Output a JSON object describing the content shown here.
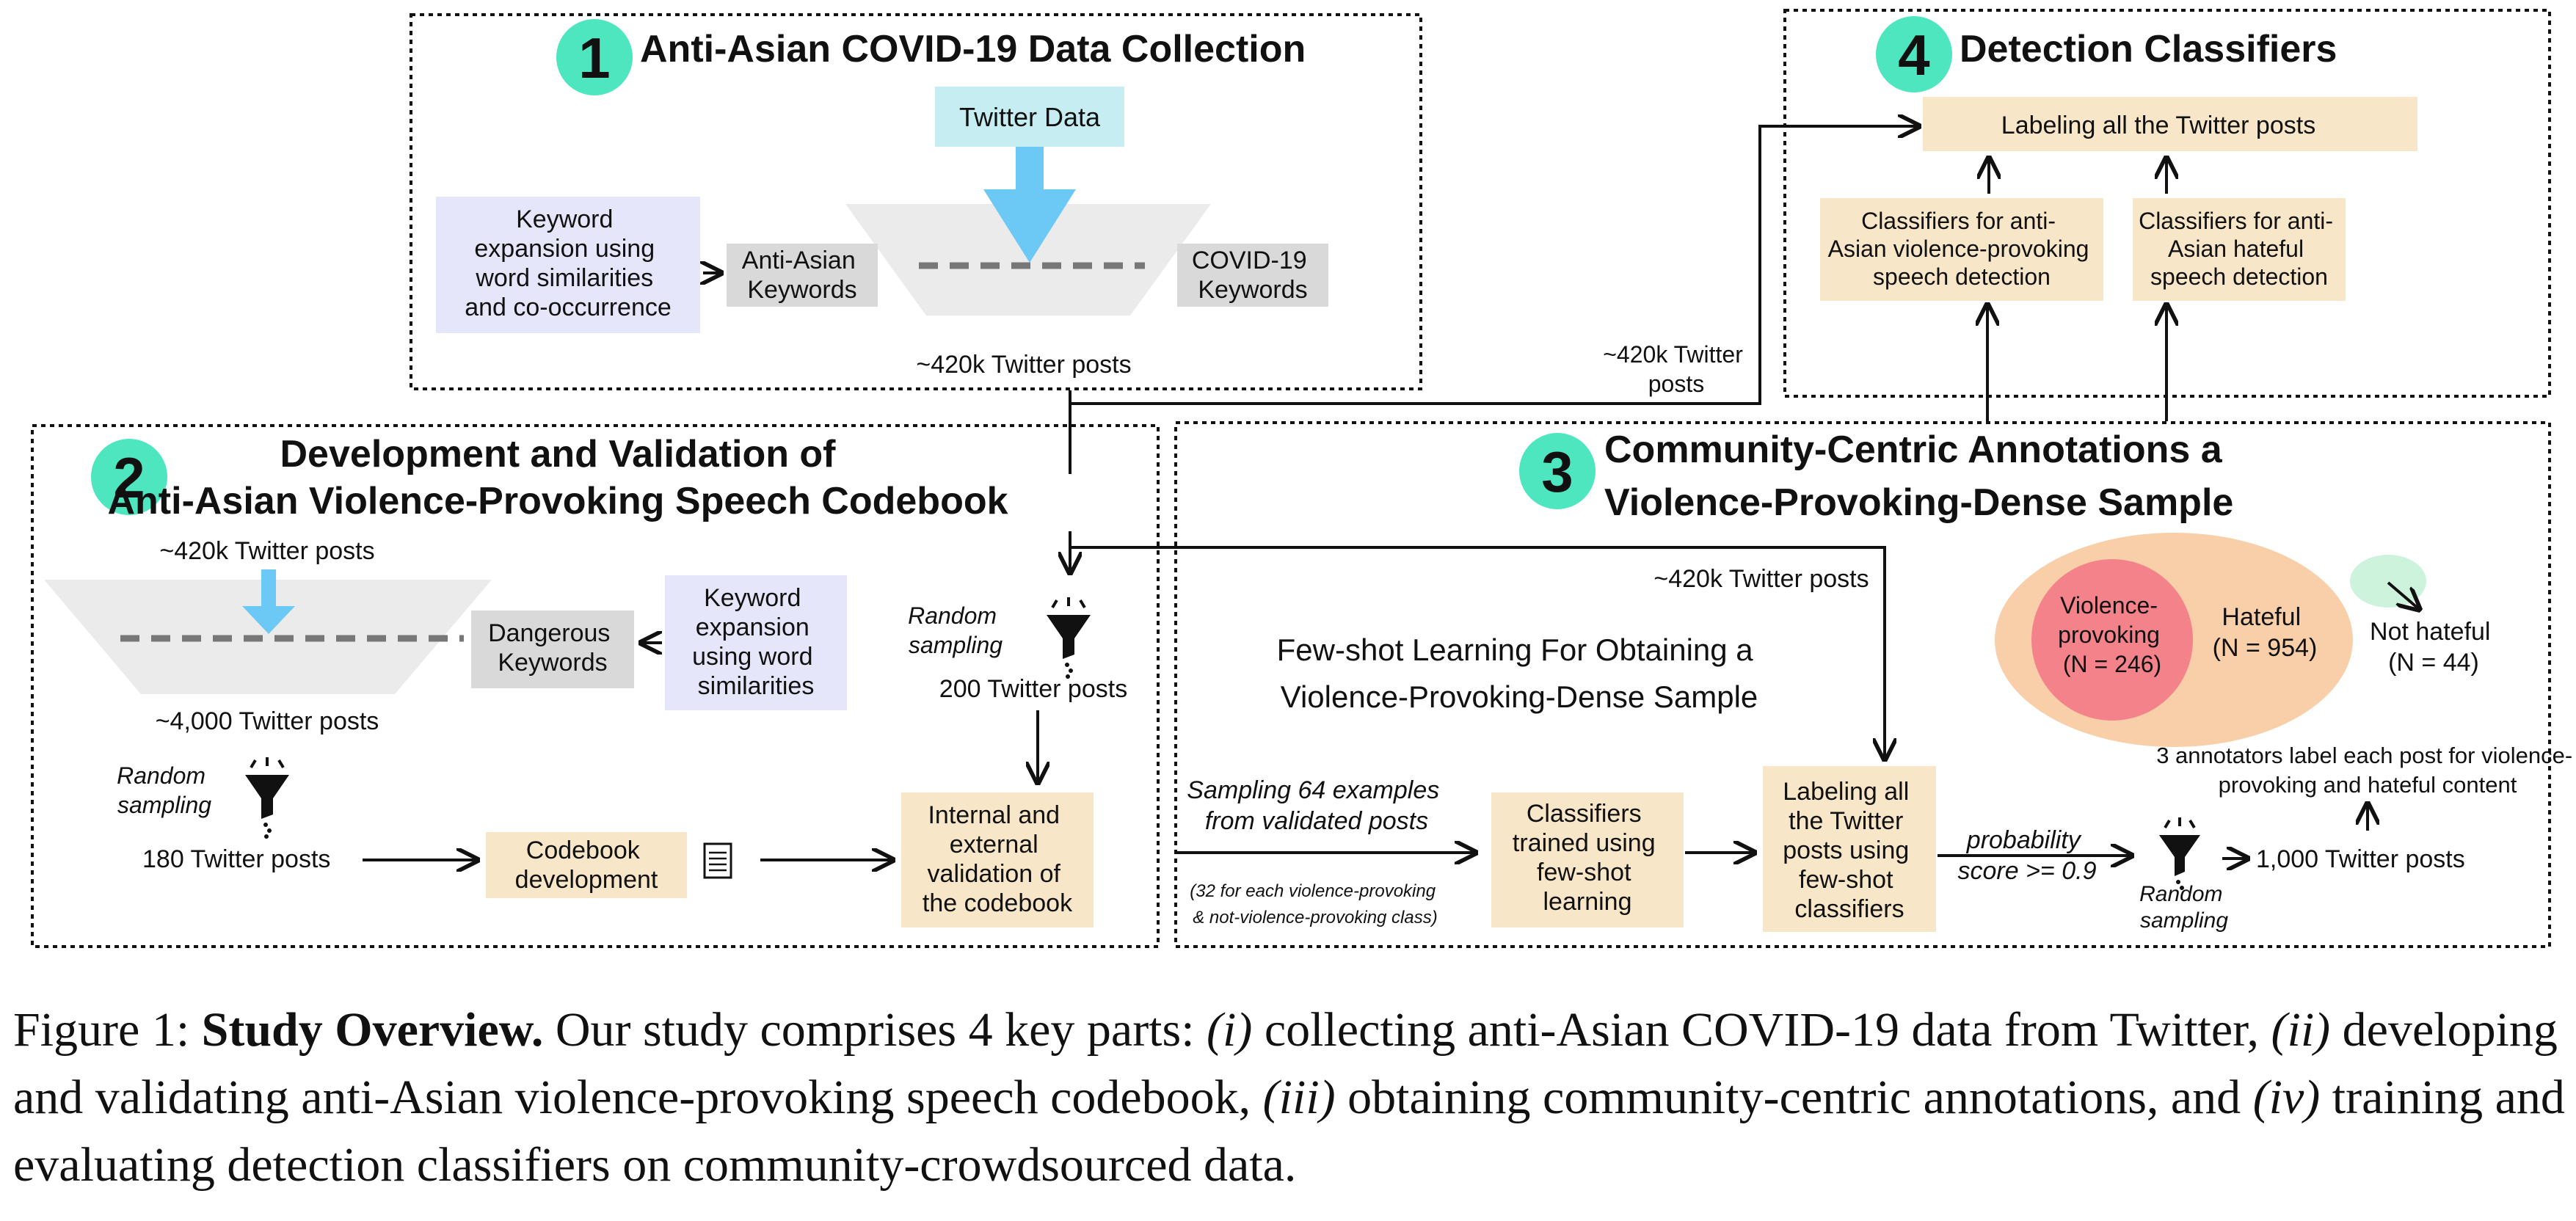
{
  "panel1": {
    "number": "1",
    "title": "Anti-Asian COVID-19 Data Collection",
    "twitter_data": "Twitter Data",
    "keyword_expansion": [
      "Keyword",
      "expansion using",
      "word similarities",
      "and co-occurrence"
    ],
    "anti_asian_keywords": [
      "Anti-Asian",
      "Keywords"
    ],
    "covid_keywords": [
      "COVID-19",
      "Keywords"
    ],
    "output": "~420k Twitter posts"
  },
  "panel2": {
    "number": "2",
    "title_line1": "Development and Validation of",
    "title_line2": "Anti-Asian Violence-Provoking Speech Codebook",
    "input": "~420k Twitter posts",
    "dangerous_keywords": [
      "Dangerous",
      "Keywords"
    ],
    "keyword_expansion": [
      "Keyword",
      "expansion",
      "using word",
      "similarities"
    ],
    "filtered": "~4,000 Twitter posts",
    "random_sampling": [
      "Random",
      "sampling"
    ],
    "sample_180": "180 Twitter posts",
    "codebook_dev": [
      "Codebook",
      "development"
    ],
    "random_sampling_right": [
      "Random",
      "sampling"
    ],
    "sample_200": "200 Twitter posts",
    "validation": [
      "Internal and",
      "external",
      "validation of",
      "the codebook"
    ]
  },
  "panel3": {
    "number": "3",
    "title_line1": "Community-Centric Annotations a",
    "title_line2": "Violence-Provoking-Dense Sample",
    "input": "~420k Twitter posts",
    "fewshot_heading": [
      "Few-shot Learning For Obtaining a",
      "Violence-Provoking-Dense Sample"
    ],
    "sampling_label": [
      "Sampling 64 examples",
      "from validated posts"
    ],
    "sampling_note": [
      "(32 for each violence-provoking",
      "& not-violence-provoking class)"
    ],
    "classifiers_fewshot": [
      "Classifiers",
      "trained using",
      "few-shot",
      "learning"
    ],
    "labeling_fewshot": [
      "Labeling all",
      "the Twitter",
      "posts using",
      "few-shot",
      "classifiers"
    ],
    "probability": [
      "probability",
      "score >= 0.9"
    ],
    "random_sampling": [
      "Random",
      "sampling"
    ],
    "sample_1000": "1,000 Twitter posts",
    "annotators": [
      "3 annotators label each post for violence-",
      "provoking and hateful content"
    ],
    "venn": {
      "violence": [
        "Violence-",
        "provoking",
        "(N = 246)"
      ],
      "hateful": [
        "Hateful",
        "(N = 954)"
      ],
      "not_hateful": [
        "Not hateful",
        "(N = 44)"
      ]
    }
  },
  "panel4": {
    "number": "4",
    "title": "Detection Classifiers",
    "labeling": "Labeling all the Twitter posts",
    "clf_violence": [
      "Classifiers for anti-",
      "Asian violence-provoking",
      "speech detection"
    ],
    "clf_hateful": [
      "Classifiers for anti-",
      "Asian hateful",
      "speech detection"
    ],
    "input": [
      "~420k Twitter",
      "posts"
    ]
  },
  "caption": {
    "prefix": "Figure 1: ",
    "bold": "Study Overview.",
    "lead": " Our study comprises 4 key parts: ",
    "p1_num": "(i)",
    "p1": " collecting anti-Asian COVID-19 data from Twitter, ",
    "p2_num": "(ii)",
    "p2": " developing and validating anti-Asian violence-provoking speech codebook, ",
    "p3_num": "(iii)",
    "p3": " obtaining community-centric annotations, and ",
    "p4_num": "(iv)",
    "p4": " training and evaluating detection classifiers on community-crowdsourced data."
  },
  "colors": {
    "purple_box": "#e6e6fa",
    "gray_box": "#d9d9d9",
    "cyan_box": "#c6eef2",
    "beige_box": "#f8e6c8",
    "arrow_blue": "#6cc8f5",
    "number_circle": "#4de6bf",
    "venn_outer": "#f8cfa9",
    "venn_inner": "#f4828a",
    "not_hateful": "#cdf3dc"
  }
}
